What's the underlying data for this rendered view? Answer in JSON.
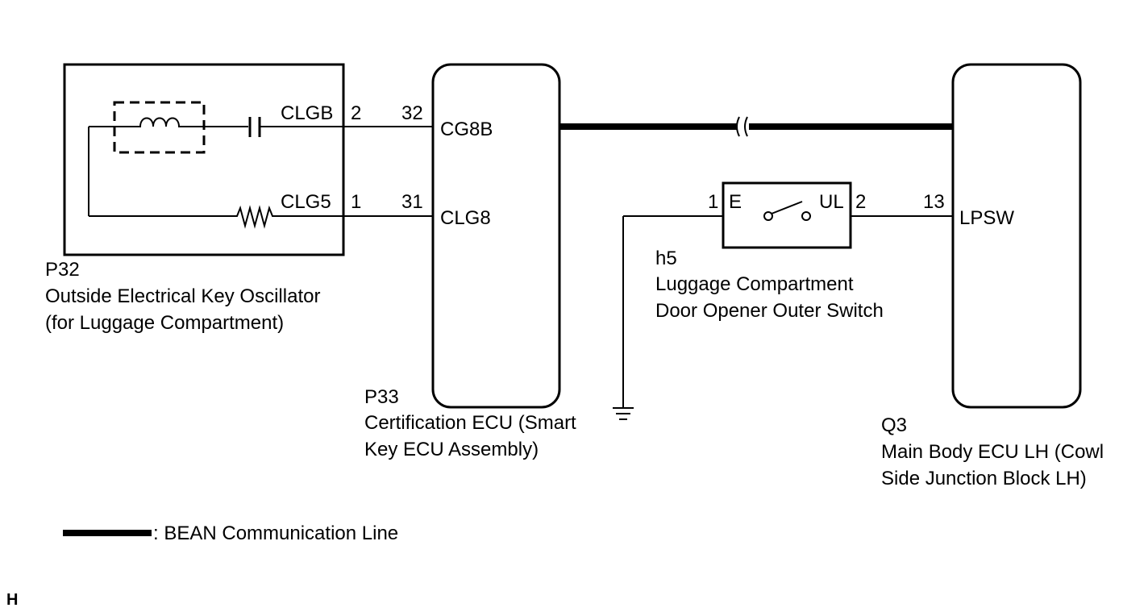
{
  "oscillator": {
    "code": "P32",
    "name_line1": "Outside Electrical Key Oscillator",
    "name_line2": "(for Luggage Compartment)",
    "terminal_top": "CLGB",
    "pin_top": "2",
    "terminal_bottom": "CLG5",
    "pin_bottom": "1"
  },
  "certification_ecu": {
    "code": "P33",
    "name_line1": "Certification ECU (Smart",
    "name_line2": "Key ECU Assembly)",
    "pin_top": "32",
    "terminal_top": "CG8B",
    "pin_bottom": "31",
    "terminal_bottom": "CLG8"
  },
  "switch": {
    "code": "h5",
    "name_line1": "Luggage Compartment",
    "name_line2": "Door Opener Outer Switch",
    "pin_left": "1",
    "terminal_left": "E",
    "terminal_right": "UL",
    "pin_right": "2"
  },
  "main_body_ecu": {
    "code": "Q3",
    "name_line1": "Main Body ECU LH (Cowl",
    "name_line2": "Side Junction Block LH)",
    "pin": "13",
    "terminal": "LPSW"
  },
  "legend": {
    "text": ": BEAN Communication Line"
  },
  "corner_mark": "H"
}
